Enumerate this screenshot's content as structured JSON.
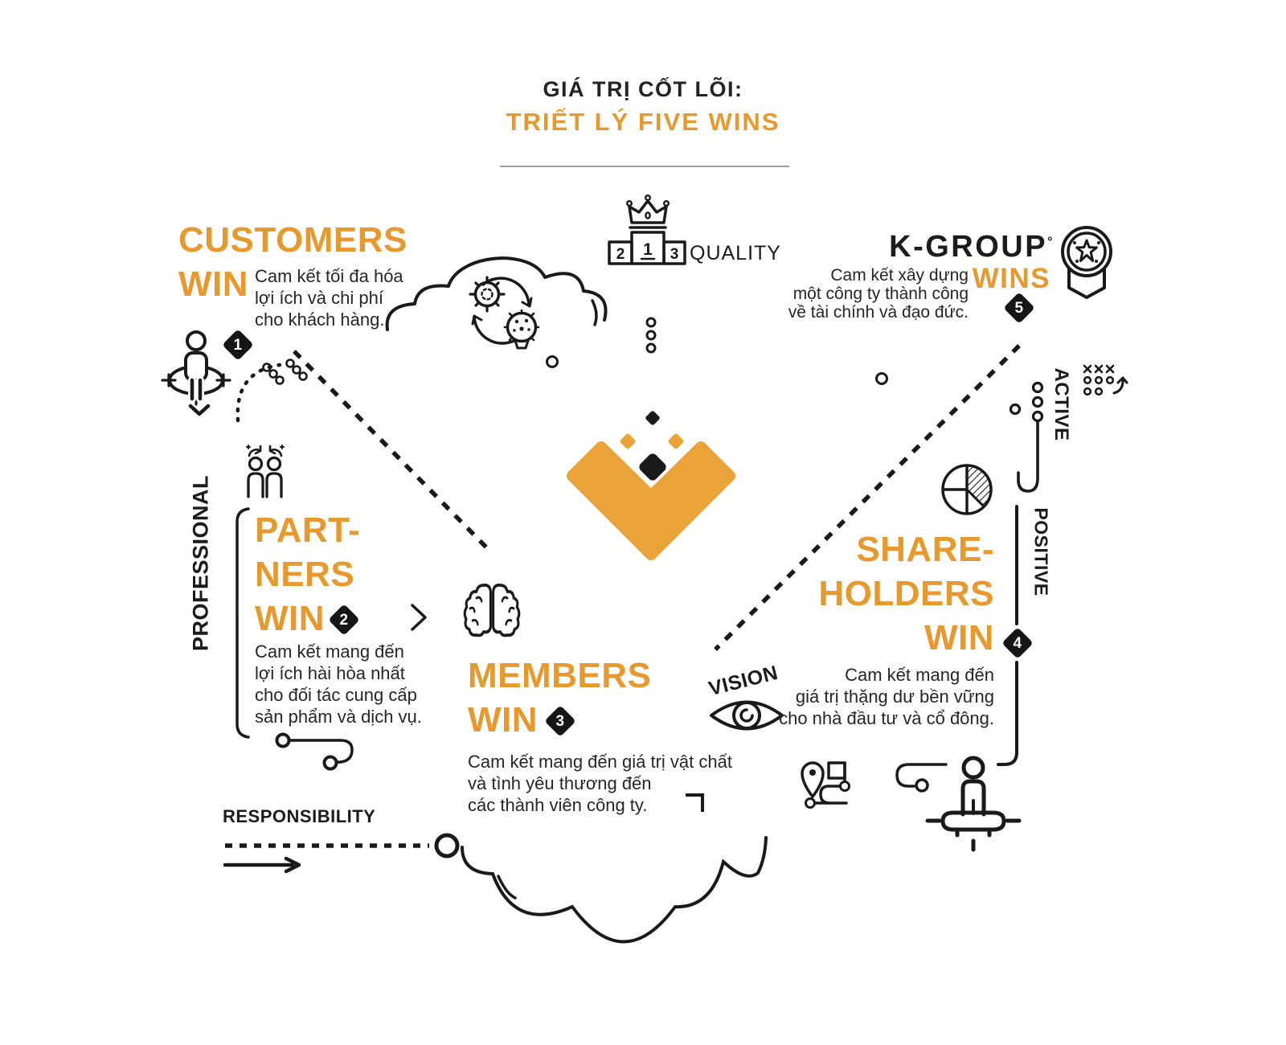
{
  "colors": {
    "accent_orange": "#E8992D",
    "logo_orange": "#EAA338",
    "ink_black": "#1A1A1A",
    "badge_black": "#161616"
  },
  "header": {
    "kicker": "GIÁ TRỊ CỐT LÕI:",
    "title": "TRIẾT LÝ FIVE WINS"
  },
  "wins": {
    "customers": {
      "title": "CUSTOMERS\nWIN",
      "number": "1",
      "desc": "Cam kết tối đa hóa\nlợi ích và chi phí\ncho khách hàng."
    },
    "partners": {
      "title": "PART-\nNERS\nWIN",
      "number": "2",
      "desc": "Cam kết mang đến\nlợi ích hài hòa nhất\ncho đối tác cung cấp\nsản phẩm và dịch vụ."
    },
    "members": {
      "title": "MEMBERS\nWIN",
      "number": "3",
      "desc": "Cam kết mang đến giá trị vật chất\nvà tình yêu thương đến\ncác thành viên công ty."
    },
    "shareholders": {
      "title": "SHARE-\nHOLDERS\nWIN",
      "number": "4",
      "desc": "Cam kết mang đến\ngiá trị thặng dư bền vững\ncho nhà đầu tư và cổ đông."
    },
    "kgroup": {
      "title": "K-GROUP",
      "trademark": "°",
      "title2": "WINS",
      "number": "5",
      "desc": "Cam kết xây dựng\nmột công ty thành công\nvề tài chính và đạo đức."
    }
  },
  "value_labels": {
    "professional": "PROFESSIONAL",
    "responsibility": "RESPONSIBILITY",
    "quality": "QUALITY",
    "vision": "VISION",
    "active": "ACTIVE",
    "positive": "POSITIVE"
  },
  "podium": {
    "first": "1",
    "second": "2",
    "third": "3"
  },
  "icons": {
    "quality": "podium-crown-icon",
    "innovation": "gear-bulb-cycle-icon",
    "customers": "person-target-icon",
    "partners": "two-people-icon",
    "members": "brain-icon",
    "vision": "eye-icon",
    "shareholders": "pie-chart-icon",
    "kgroup": "medal-icon",
    "active": "strategy-play-icon",
    "journey": "route-map-icon",
    "leader": "person-pedestal-icon",
    "center": "kgroup-logo-chevron"
  }
}
